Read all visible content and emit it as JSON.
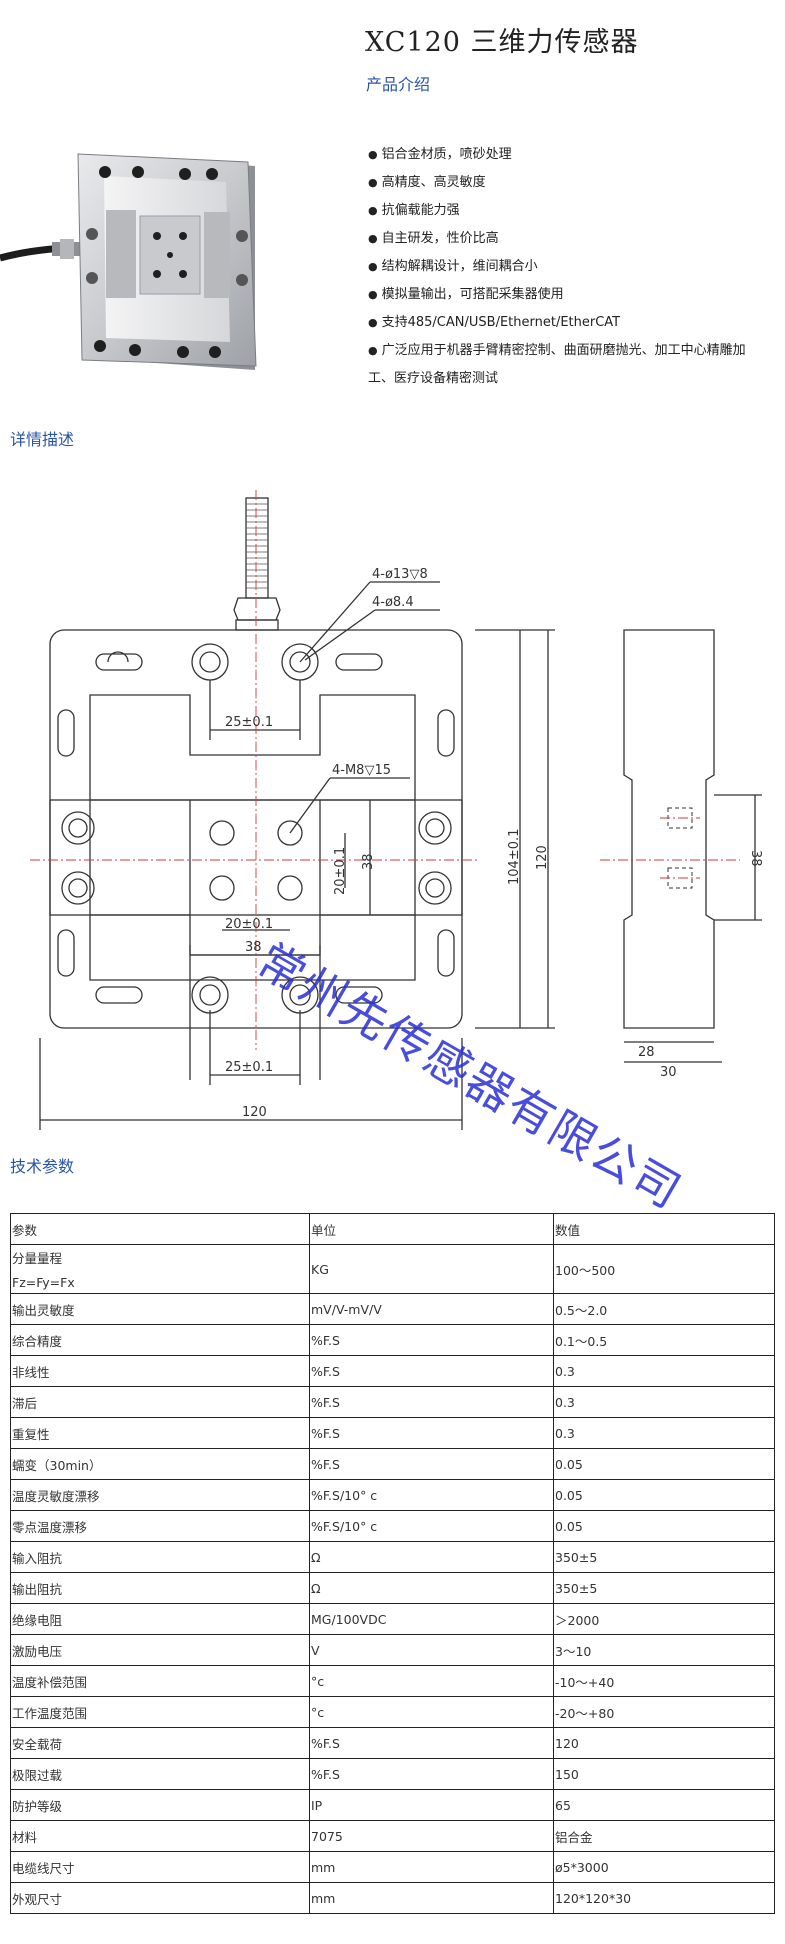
{
  "header": {
    "title": "XC120  三维力传感器",
    "subtitle": "产品介绍"
  },
  "features": [
    "铝合金材质，喷砂处理",
    "高精度、高灵敏度",
    "抗偏载能力强",
    "自主研发，性价比高",
    "结构解耦设计，维间耦合小",
    "模拟量输出，可搭配采集器使用",
    "支持485/CAN/USB/Ethernet/EtherCAT",
    "广泛应用于机器手臂精密控制、曲面研磨抛光、加工中心精雕加工、医疗设备精密测试"
  ],
  "sections": {
    "details": "详情描述",
    "specs": "技术参数"
  },
  "drawing": {
    "hole1": "4-ø13",
    "hole1_depth": "▽8",
    "hole2": "4-ø8.4",
    "thread": "4-M8",
    "thread_depth": "▽15",
    "dim_top_25": "25±0.1",
    "dim_20v": "20±0.1",
    "dim_38v": "38",
    "dim_20h": "20±0.1",
    "dim_38h": "38",
    "dim_104": "104±0.1",
    "dim_120v": "120",
    "dim_bottom_25": "25±0.1",
    "dim_120h": "120",
    "side_38": "38",
    "side_28": "28",
    "side_30": "30",
    "watermark": "常州先传感器有限公司"
  },
  "specs_table": {
    "header": [
      "参数",
      "单位",
      "数值"
    ],
    "rows": [
      [
        "分量量程|Fz=Fy=Fx",
        "KG",
        "100～500"
      ],
      [
        "输出灵敏度",
        "mV/V-mV/V",
        "0.5～2.0"
      ],
      [
        "综合精度",
        "%F.S",
        "0.1～0.5"
      ],
      [
        "非线性",
        "%F.S",
        "0.3"
      ],
      [
        "滞后",
        "%F.S",
        "0.3"
      ],
      [
        "重复性",
        "%F.S",
        "0.3"
      ],
      [
        "蠕变（30min）",
        "%F.S",
        "0.05"
      ],
      [
        "温度灵敏度漂移",
        "%F.S/10° c",
        "0.05"
      ],
      [
        "零点温度漂移",
        "%F.S/10° c",
        "0.05"
      ],
      [
        "输入阻抗",
        "Ω",
        "350±5"
      ],
      [
        "输出阻抗",
        "Ω",
        "350±5"
      ],
      [
        "绝缘电阻",
        "MG/100VDC",
        "＞2000"
      ],
      [
        "激励电压",
        "V",
        "3～10"
      ],
      [
        "温度补偿范围",
        "°c",
        "-10～+40"
      ],
      [
        "工作温度范围",
        "°c",
        "-20～+80"
      ],
      [
        "安全载荷",
        "%F.S",
        "120"
      ],
      [
        "极限过载",
        "%F.S",
        "150"
      ],
      [
        "防护等级",
        "IP",
        "65"
      ],
      [
        "材料",
        "7075",
        "铝合金"
      ],
      [
        "电缆线尺寸",
        "mm",
        "ø5*3000"
      ],
      [
        "外观尺寸",
        "mm",
        "120*120*30"
      ]
    ]
  }
}
